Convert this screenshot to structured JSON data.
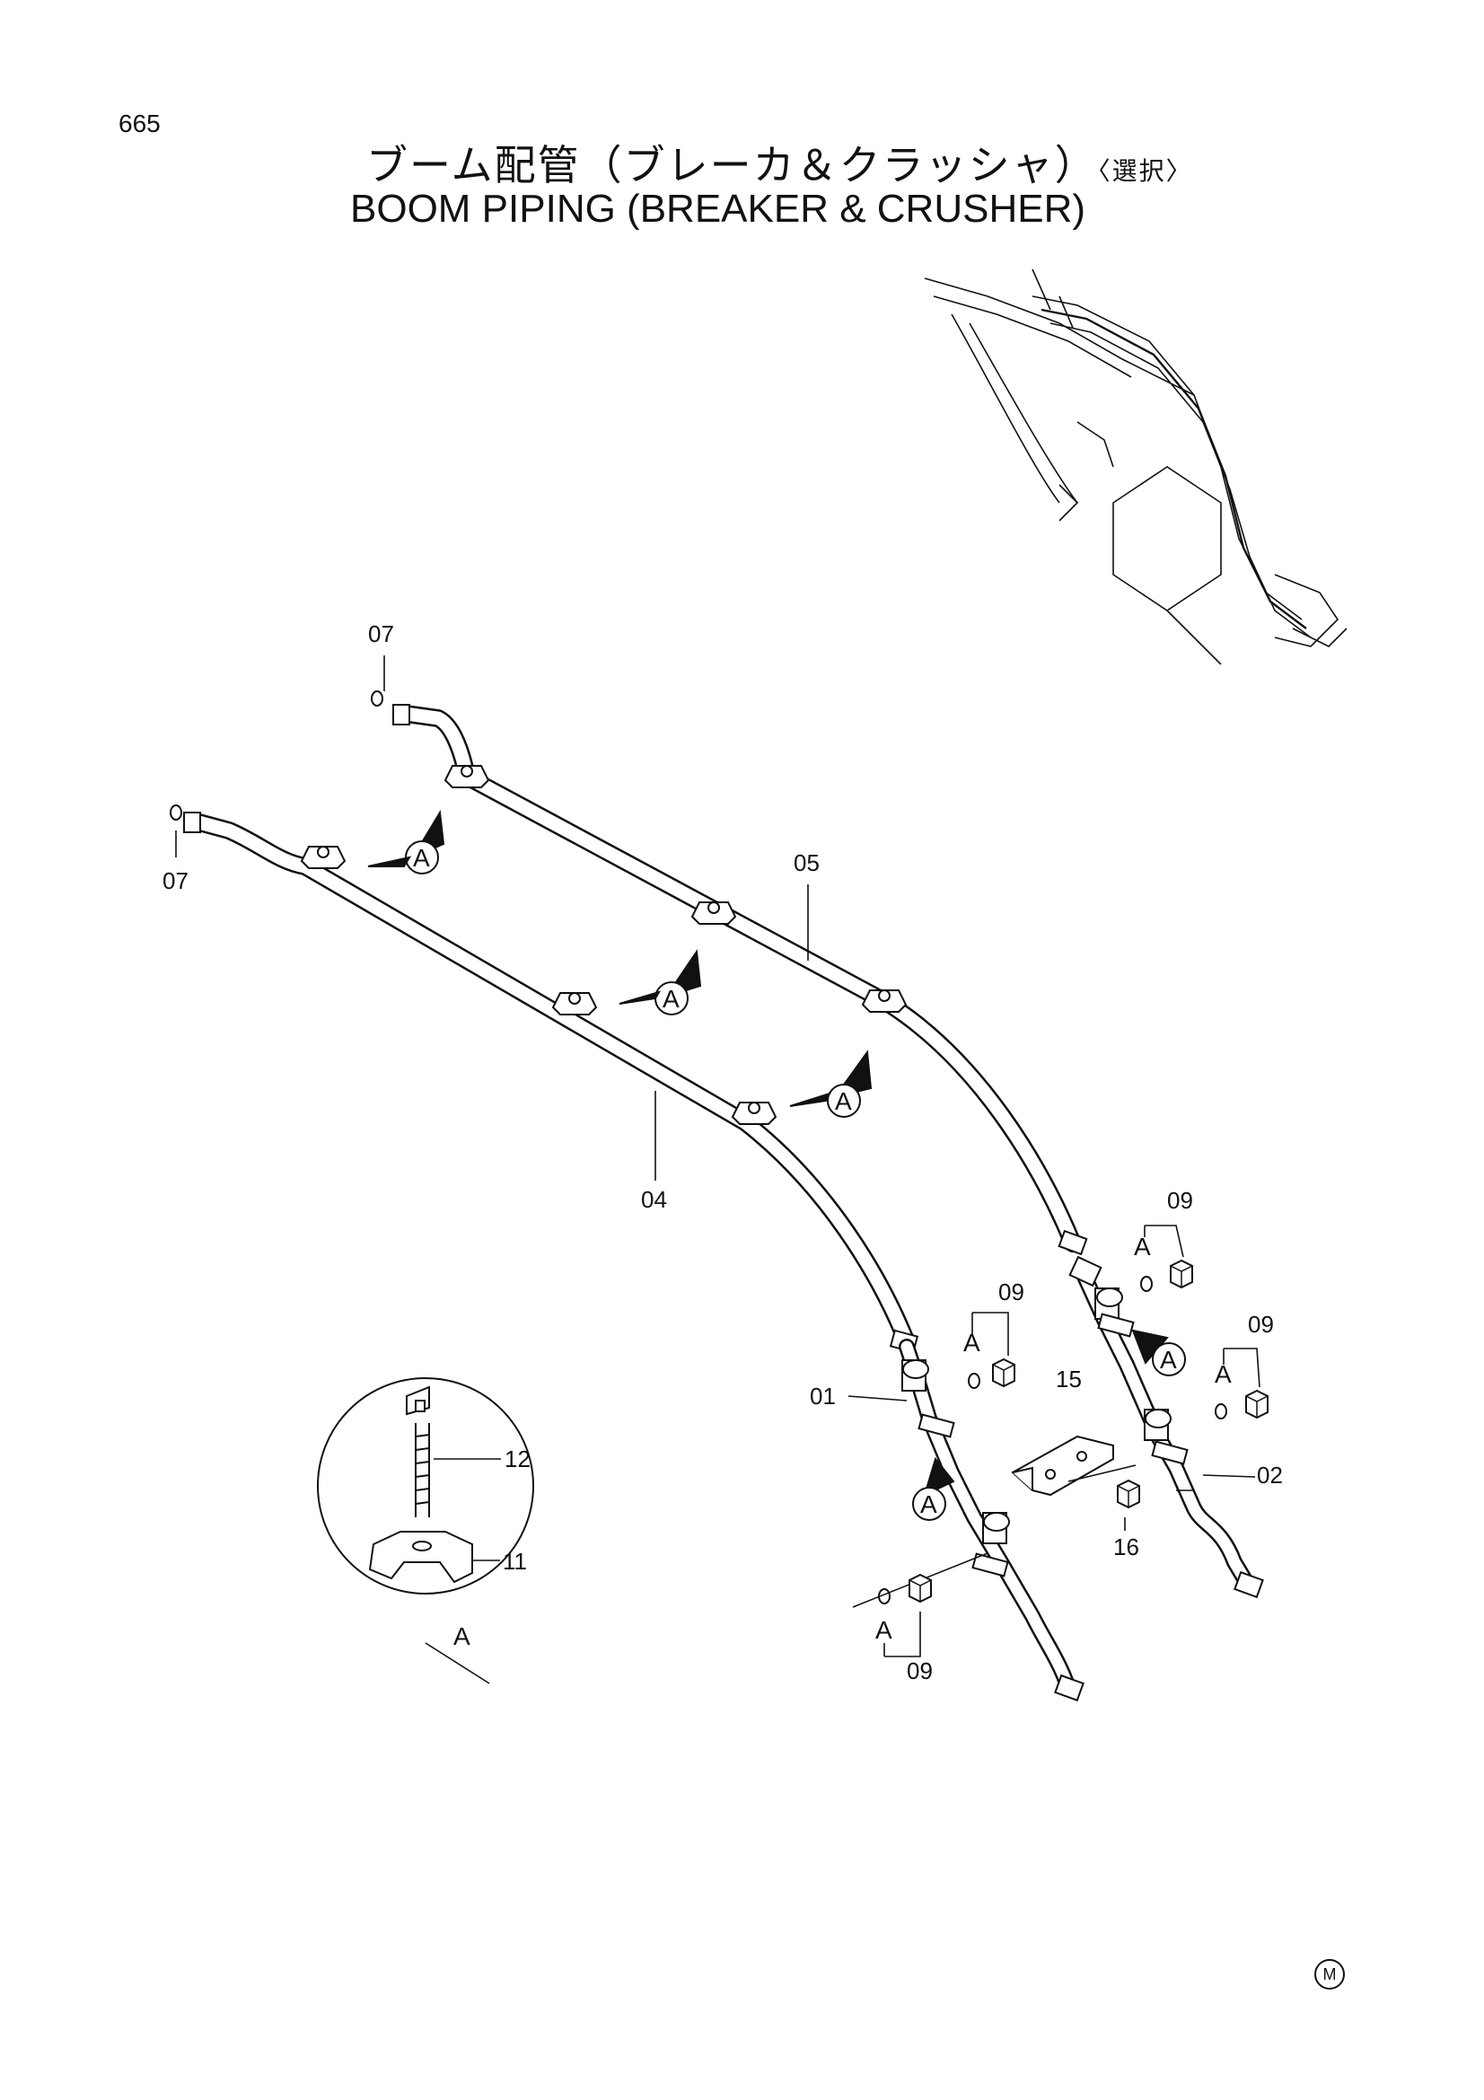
{
  "page": {
    "number": "665"
  },
  "title": {
    "jp": "ブーム配管（ブレーカ＆クラッシャ）",
    "jp_option": "〈選択〉",
    "en": "BOOM  PIPING  (BREAKER & CRUSHER)"
  },
  "parts": {
    "p01": "01",
    "p02": "02",
    "p04": "04",
    "p05": "05",
    "p07_top": "07",
    "p07_left": "07",
    "p09_a": "09",
    "p09_b": "09",
    "p09_c": "09",
    "p09_d": "09",
    "p11": "11",
    "p12": "12",
    "p15": "15",
    "p16": "16"
  },
  "callouts": {
    "view_letter": "A",
    "detail_letter": "A",
    "sub_letter": "A"
  },
  "mark": "M"
}
